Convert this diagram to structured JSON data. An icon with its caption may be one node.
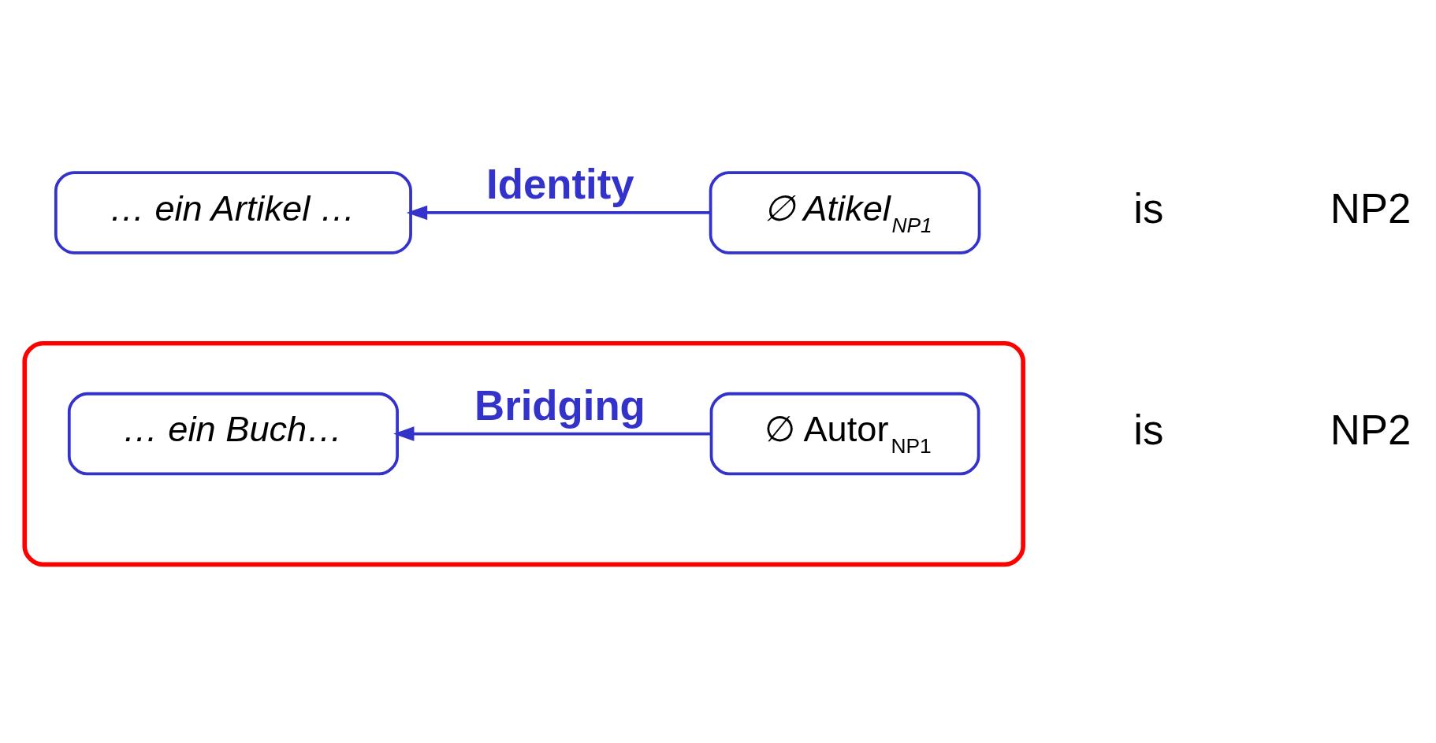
{
  "diagram": {
    "nodes": [
      {
        "text": [],
        "shape": "ellipse"
      },
      {
        "text": [
          "… ein Buch…"
        ],
        "in": 0
      },
      {
        "text": [
          "∅ Autor$_{NP1}$"
        ],
        "in": 0
      },
      {
        "text": [
          "… ein Artikel …"
        ]
      },
      {
        "text": [
          "∅ Atikel$_{NP1}$"
        ]
      }
    ],
    "edges": [
      {
        "from": 2,
        "to": 1,
        "arrow": "to",
        "label": "Bridging"
      },
      {
        "from": 4,
        "to": 3,
        "arrow": "to",
        "label": "Identity"
      }
    ],
    "labels": [
      "is",
      "NP2",
      "is",
      "NP2"
    ]
  }
}
